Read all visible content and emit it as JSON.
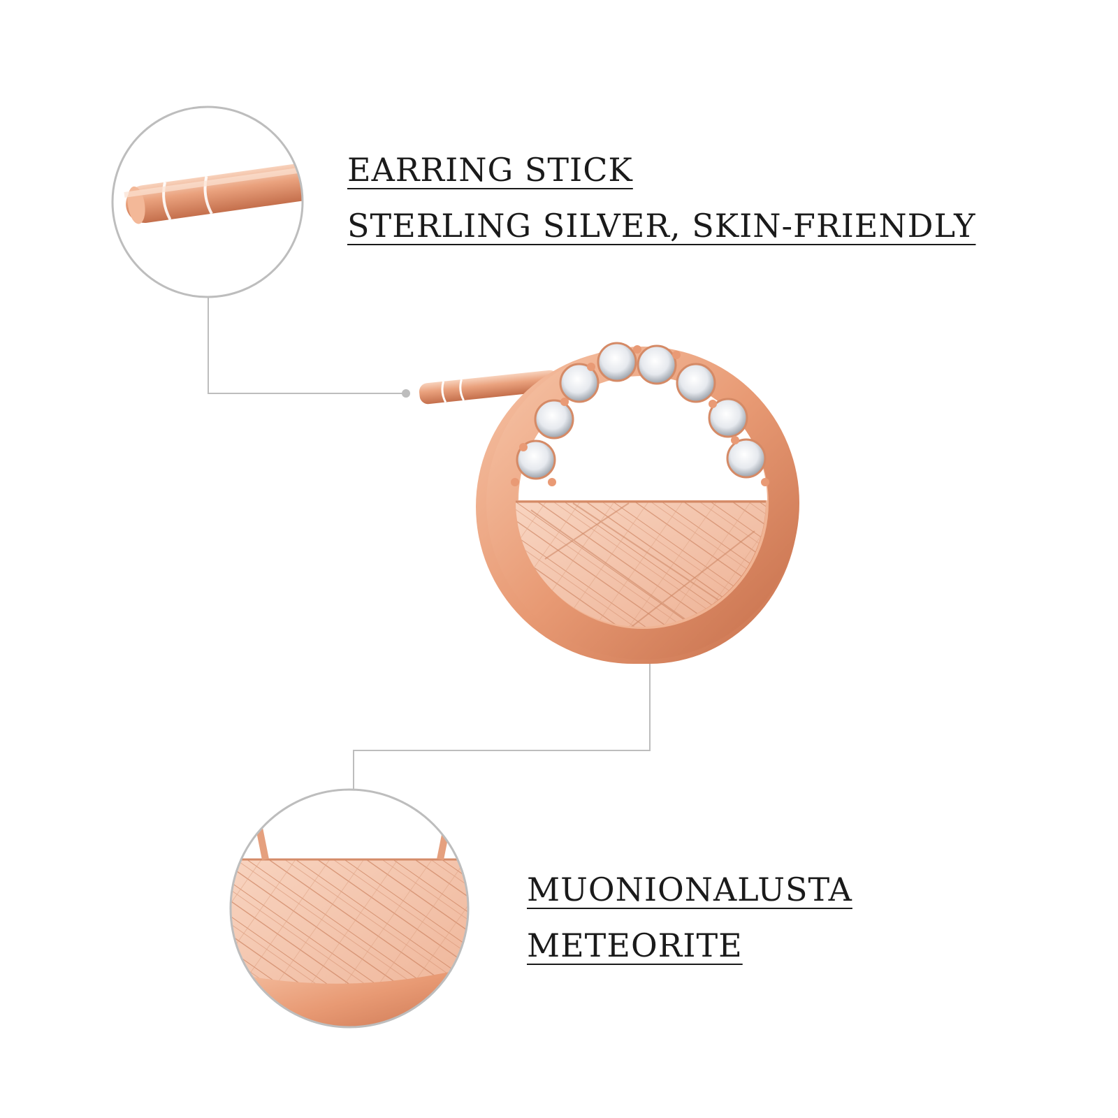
{
  "callouts": {
    "stick": {
      "title": "EARRING STICK",
      "subtitle": "STERLING SILVER, SKIN-FRIENDLY"
    },
    "stone": {
      "title": "MUONIONALUSTA",
      "subtitle": "METEORITE"
    }
  },
  "colors": {
    "metal": "#e8a07e",
    "metal_dark": "#c46f4c",
    "leader_line": "#bdbdbd",
    "text": "#1a1a1a"
  }
}
